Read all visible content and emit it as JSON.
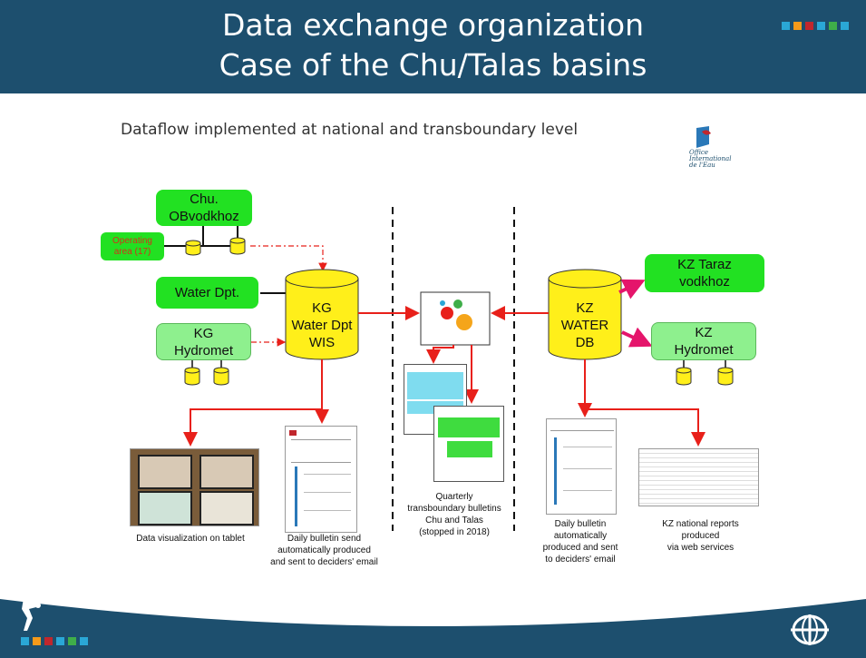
{
  "header": {
    "title_line1": "Data exchange organization",
    "title_line2": "Case of the Chu/Talas basins"
  },
  "subtitle": "Dataflow implemented at national and transboundary level",
  "logo": {
    "name": "oieau-logo",
    "text": "Office\nInternational\nde l'Eau"
  },
  "nodes": {
    "chu_obvodkhoz": "Chu.\nOBvodkhoz",
    "operating_area": "Operating\narea (17)",
    "water_dpt": "Water Dpt.",
    "kg_hydromet": "KG\nHydromet",
    "kg_wis": "KG\nWater Dpt\nWIS",
    "kz_water_db": "KZ\nWATER\nDB",
    "kz_taraz": "KZ Taraz\nvodkhoz",
    "kz_hydromet": "KZ\nHydromet"
  },
  "captions": {
    "tablet": "Data visualization on tablet",
    "kg_bulletin": "Daily bulletin send\nautomatically produced\nand sent to deciders' email",
    "quarterly": "Quarterly\ntransboundary bulletins\nChu and Talas\n(stopped in 2018)",
    "kz_bulletin": "Daily bulletin\nautomatically\nproduced and sent\nto deciders' email",
    "kz_reports": "KZ national reports\nproduced\nvia web services"
  },
  "colors": {
    "header_bg": "#1d4f6e",
    "node_green": "#22e122",
    "node_light_green": "#8ef08e",
    "db_yellow": "#ffef1a",
    "arrow_red": "#e8201a",
    "arrow_magenta": "#e5156b",
    "square_palette": [
      "#2aa7d6",
      "#f59a1a",
      "#c0272d",
      "#2aa7d6",
      "#3fae49",
      "#2aa7d6"
    ]
  },
  "icons": [
    "gears-icon",
    "footer-figure-icon",
    "footer-emblem-icon"
  ]
}
